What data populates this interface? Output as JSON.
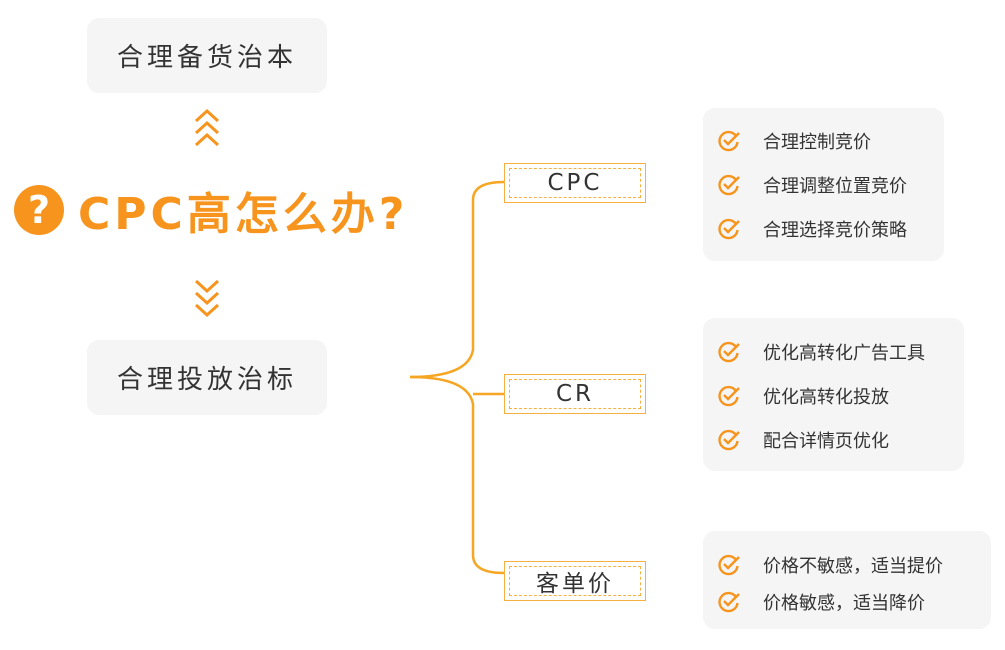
{
  "top_box": "合理备货治本",
  "title": {
    "icon": "question-circle-icon",
    "text": "CPC高怎么办?"
  },
  "bottom_box": "合理投放治标",
  "colors": {
    "accent": "#f7941d",
    "line": "#f5a623",
    "panel": "#f5f5f5"
  },
  "categories": [
    {
      "label": "CPC",
      "items": [
        "合理控制竞价",
        "合理调整位置竞价",
        "合理选择竞价策略"
      ]
    },
    {
      "label": "CR",
      "items": [
        "优化高转化广告工具",
        "优化高转化投放",
        "配合详情页优化"
      ]
    },
    {
      "label": "客单价",
      "items": [
        "价格不敏感，适当提价",
        "价格敏感，适当降价"
      ]
    }
  ]
}
